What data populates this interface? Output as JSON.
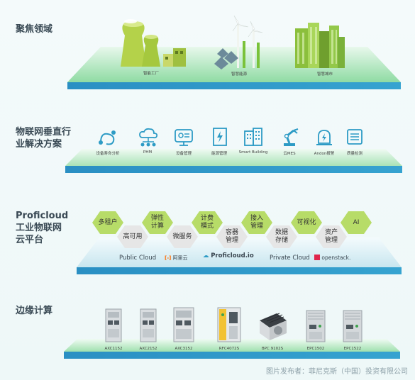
{
  "sections": {
    "focus": {
      "title": "聚焦领域"
    },
    "vertical": {
      "title_line1": "物联网垂直行",
      "title_line2": "业解决方案"
    },
    "cloud": {
      "title_line1": "Proficloud",
      "title_line2": "工业物联网",
      "title_line3": "云平台"
    },
    "edge": {
      "title": "边缘计算"
    }
  },
  "focus_items": [
    {
      "label": "智能工厂",
      "icon": "factory-icon"
    },
    {
      "label": "智慧能源",
      "icon": "wind-turbine-icon"
    },
    {
      "label": "智慧城市",
      "icon": "city-buildings-icon"
    }
  ],
  "solutions": [
    {
      "label": "设备寿命分析",
      "icon": "lifecycle-icon"
    },
    {
      "label": "PHM",
      "icon": "cloud-network-icon"
    },
    {
      "label": "设备管理",
      "icon": "monitor-tools-icon"
    },
    {
      "label": "能源管理",
      "icon": "energy-meter-icon"
    },
    {
      "label": "Smart Building",
      "icon": "building-icon"
    },
    {
      "label": "云MES",
      "icon": "robot-arm-icon"
    },
    {
      "label": "Andon报警",
      "icon": "alarm-icon"
    },
    {
      "label": "质量检测",
      "icon": "inspection-icon"
    }
  ],
  "cloud_features": [
    {
      "line1": "多租户",
      "line2": "",
      "color": "green"
    },
    {
      "line1": "高可用",
      "line2": "",
      "color": "gray"
    },
    {
      "line1": "弹性",
      "line2": "计算",
      "color": "green"
    },
    {
      "line1": "微服务",
      "line2": "",
      "color": "gray"
    },
    {
      "line1": "计费",
      "line2": "模式",
      "color": "green"
    },
    {
      "line1": "容器",
      "line2": "管理",
      "color": "gray"
    },
    {
      "line1": "接入",
      "line2": "管理",
      "color": "green"
    },
    {
      "line1": "数据",
      "line2": "存储",
      "color": "gray"
    },
    {
      "line1": "可视化",
      "line2": "",
      "color": "green"
    },
    {
      "line1": "资产",
      "line2": "管理",
      "color": "gray"
    },
    {
      "line1": "AI",
      "line2": "",
      "color": "green"
    }
  ],
  "cloud_providers": {
    "public": "Public Cloud",
    "aliyun": "阿里云",
    "proficloud": "Proficloud.io",
    "private": "Private Cloud",
    "openstack": "openstack."
  },
  "edge_devices": [
    {
      "label": "AXC1152"
    },
    {
      "label": "AXC2152"
    },
    {
      "label": "AXC3152"
    },
    {
      "label": "RFC4072S"
    },
    {
      "label": "BPC 9102S"
    },
    {
      "label": "EPC1502"
    },
    {
      "label": "EPC1522"
    }
  ],
  "footer": "图片发布者：菲尼克斯（中国）投资有限公司",
  "colors": {
    "platform_green": "#7fd494",
    "platform_blue": "#2a8fc3",
    "hex_green": "#b7dc68",
    "hex_gray": "#e6e6e6"
  }
}
